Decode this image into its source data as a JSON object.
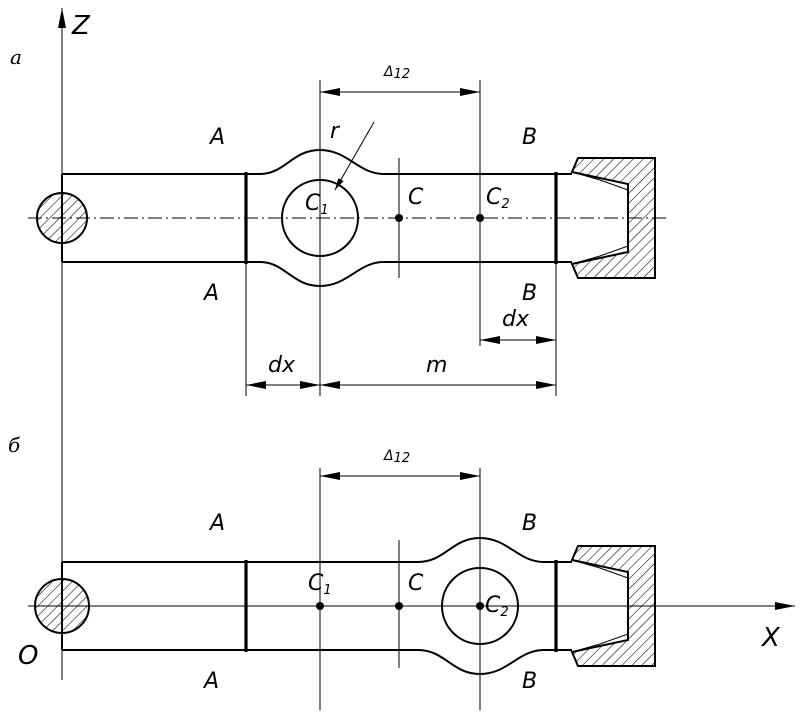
{
  "diagram": {
    "axes": {
      "z": "Z",
      "x": "X",
      "origin": "O"
    },
    "views": {
      "a": {
        "tag": "а"
      },
      "b": {
        "tag": "б"
      }
    },
    "labels": {
      "section_a": "A",
      "section_b": "B",
      "center_c": "C",
      "center_c1_main": "C",
      "center_c1_sub": "1",
      "center_c2_main": "C",
      "center_c2_sub": "2",
      "radius": "r",
      "delta": "Δ",
      "delta_sub": "12",
      "dx": "dx",
      "m": "m"
    }
  }
}
